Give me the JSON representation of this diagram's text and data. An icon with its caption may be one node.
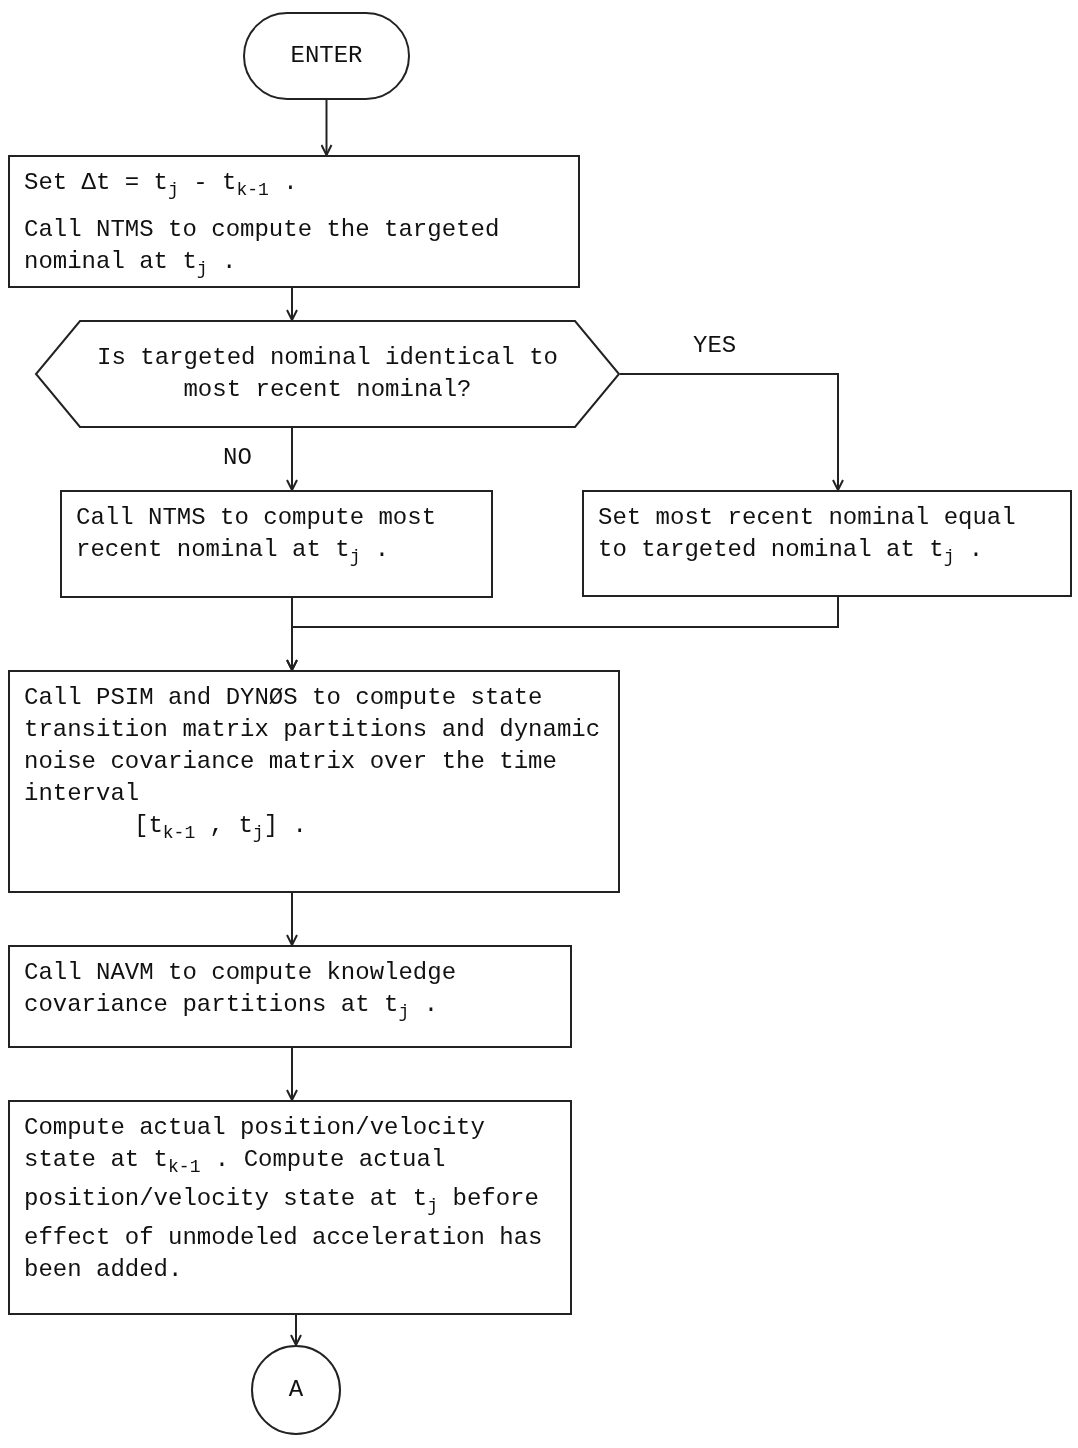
{
  "diagram": {
    "nodes": [
      {
        "text": [
          "ENTER"
        ]
      },
      {
        "text": [
          "Set  Δt = t$_{j}$ - t$_{k-1}$ .",
          "Call NTMS to compute the targeted nominal at t$_{j}$ ."
        ]
      },
      {
        "text": [
          "Is targeted nominal identical to most recent nominal?"
        ]
      },
      {
        "text": [
          "Call NTMS to compute most recent nominal at  t$_{j}$ ."
        ]
      },
      {
        "text": [
          "Set most recent nominal equal to targeted nominal at  t$_{j}$ ."
        ]
      },
      {
        "text": [
          "Call PSIM and DYNØS to compute state transition matrix partitions and dynamic noise covariance matrix over the time interval",
          "[t$_{k-1}$ ,  t$_{j}$] ."
        ]
      },
      {
        "text": [
          "Call NAVM to compute knowledge covariance partitions at  t$_{j}$ ."
        ]
      },
      {
        "text": [
          "Compute actual position/velocity state at  t$_{k-1}$ .  Compute actual position/velocity state at  t$_{j}$ before effect of unmodeled acceleration has been added."
        ]
      },
      {
        "text": [
          "A"
        ]
      }
    ],
    "edges": [
      {
        "from": 0,
        "to": 1,
        "arrow": "to"
      },
      {
        "from": 1,
        "to": 2,
        "arrow": "to"
      },
      {
        "from": 2,
        "to": 3,
        "arrow": "to",
        "label": "NO"
      },
      {
        "from": 2,
        "to": 4,
        "arrow": "to",
        "label": "YES"
      },
      {
        "from": 3,
        "to": 5,
        "arrow": "to"
      },
      {
        "from": 4,
        "to": 5,
        "arrow": "to"
      },
      {
        "from": 5,
        "to": 6,
        "arrow": "to"
      },
      {
        "from": 6,
        "to": 7,
        "arrow": "to"
      },
      {
        "from": 7,
        "to": 8,
        "arrow": "to"
      }
    ]
  }
}
